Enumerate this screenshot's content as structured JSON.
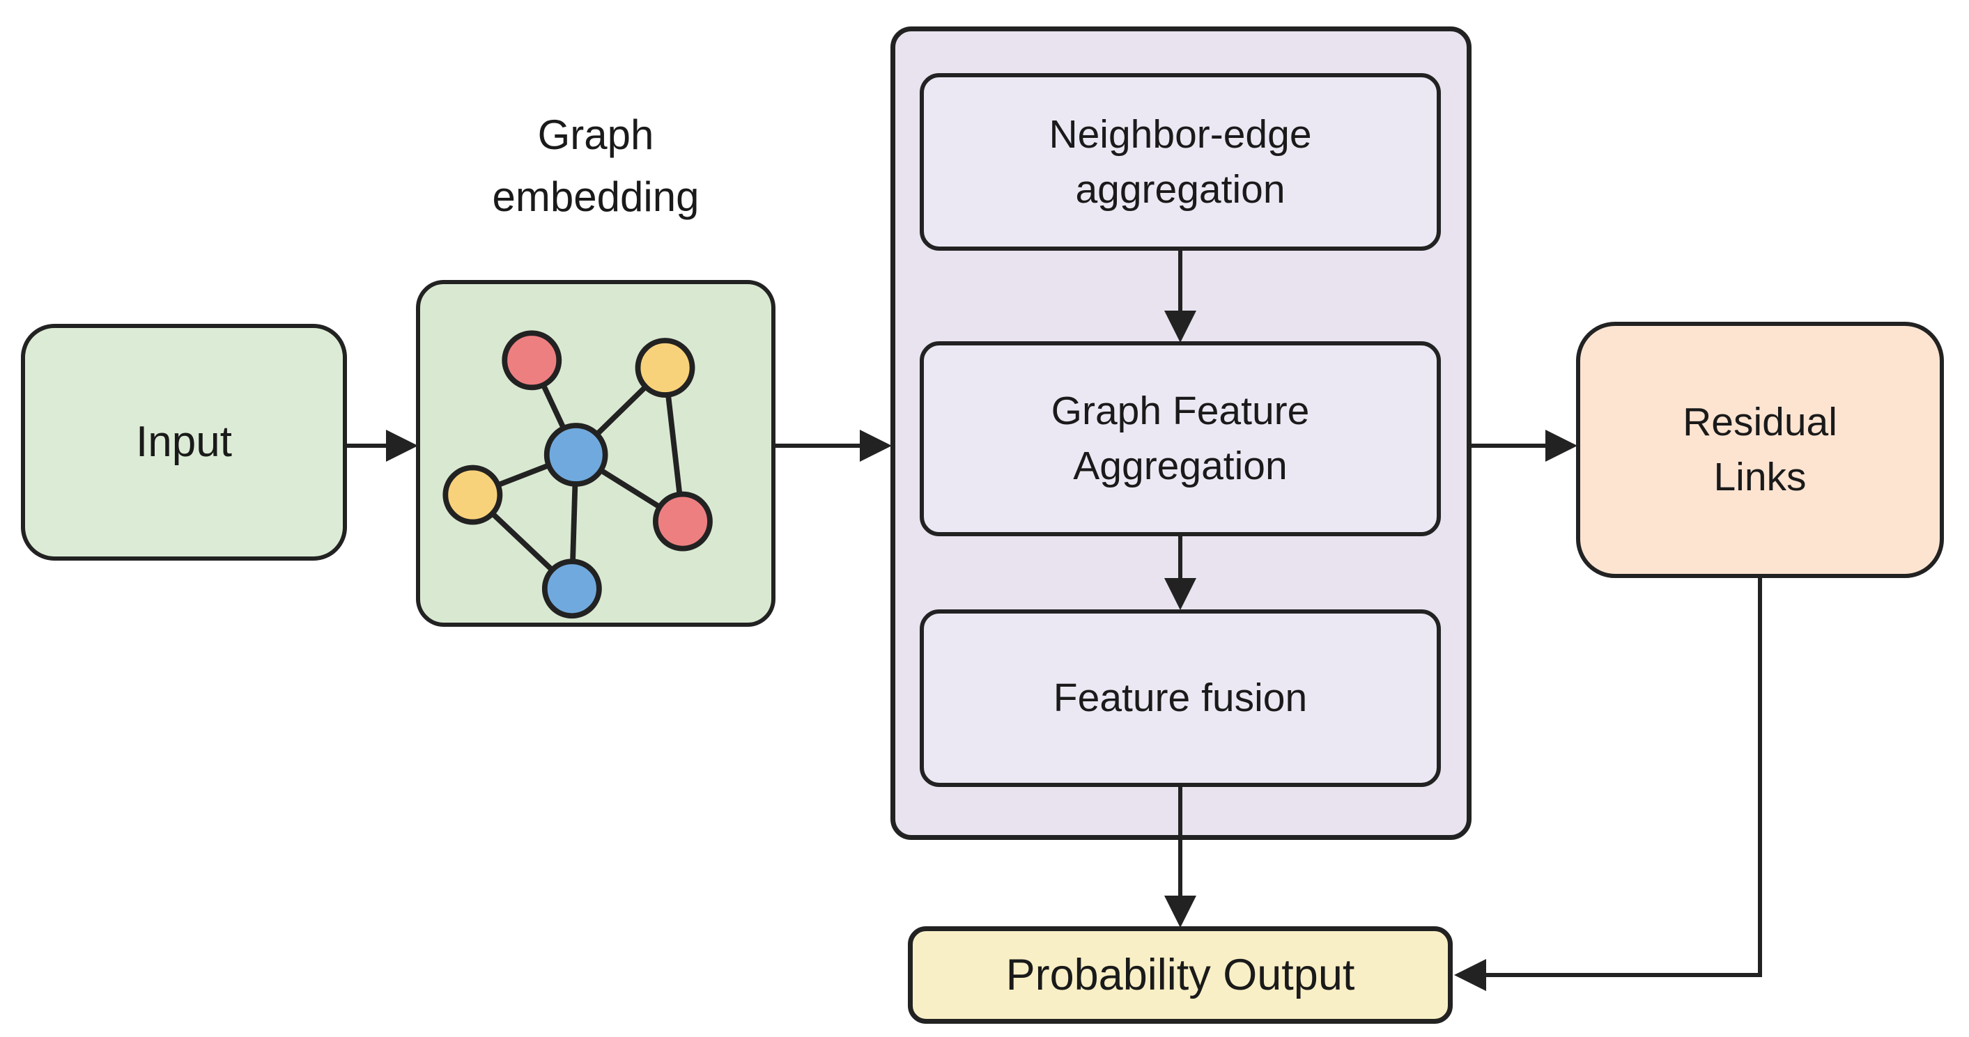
{
  "boxes": {
    "input": "Input",
    "graph_embedding_caption": "Graph\nembedding",
    "neighbor_edge_aggregation": "Neighbor-edge\naggregation",
    "graph_feature_aggregation": "Graph Feature\nAggregation",
    "feature_fusion": "Feature fusion",
    "residual_links": "Residual\nLinks",
    "probability_output": "Probability Output"
  },
  "colors": {
    "background": "#ffffff",
    "line": "#222222",
    "text": "#1a1a1a",
    "input_fill": "#dcebd5",
    "embed_fill": "#d9e9d1",
    "container_fill": "#e8e3ef",
    "module_fill": "#ece8f3",
    "residual_fill": "#fce4d1",
    "output_fill": "#f9efc6",
    "node_red": "#ee7f81",
    "node_yellow": "#f8d27a",
    "node_blue": "#70a9dd"
  },
  "graph_icon": {
    "node_count": 6,
    "edge_count": 7,
    "node_colors": [
      "red",
      "yellow",
      "blue",
      "yellow",
      "red",
      "blue"
    ]
  },
  "connections": [
    {
      "from": "Input",
      "to": "Graph embedding"
    },
    {
      "from": "Graph embedding",
      "to": "module container"
    },
    {
      "from": "Neighbor-edge aggregation",
      "to": "Graph Feature Aggregation"
    },
    {
      "from": "Graph Feature Aggregation",
      "to": "Feature fusion"
    },
    {
      "from": "module container",
      "to": "Residual Links"
    },
    {
      "from": "Feature fusion",
      "to": "Probability Output"
    },
    {
      "from": "Residual Links",
      "to": "Probability Output"
    }
  ]
}
